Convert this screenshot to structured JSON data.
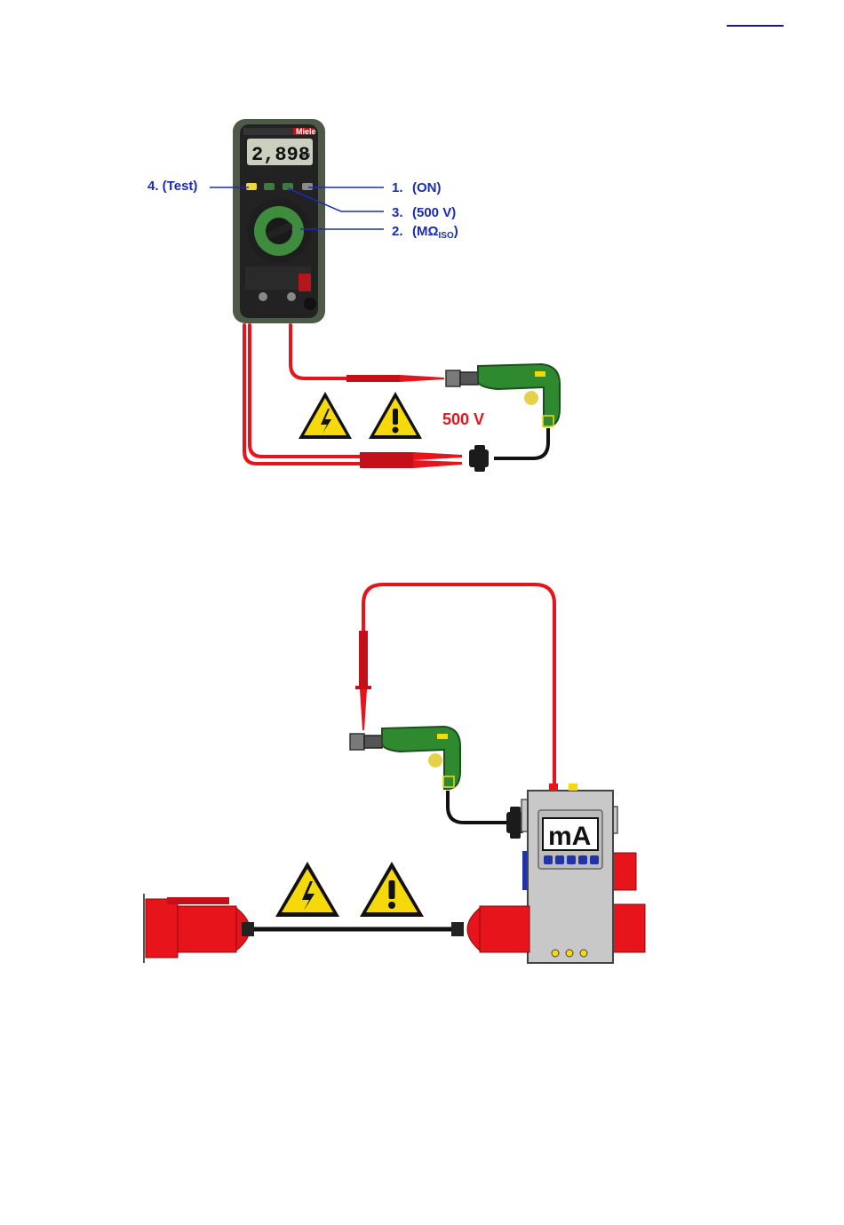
{
  "figure1": {
    "meter": {
      "display": "2,898",
      "unit": "MΩ",
      "brand": "Miele"
    },
    "callouts": {
      "test": "4. (Test)",
      "on_num": "1.",
      "on_label": "(ON)",
      "voltage_num": "3.",
      "voltage_label": "(500 V)",
      "range_num": "2.",
      "range_label": "(MΩ",
      "range_sub": "ISO",
      "range_close": ")"
    },
    "test_voltage": "500 V"
  },
  "figure2": {
    "tester_display": "mA"
  },
  "icons": [
    "high-voltage-warning-icon",
    "general-warning-icon"
  ],
  "colors": {
    "lead_red": "#e8141c",
    "callout_blue": "#1a2bb8",
    "warning_yellow": "#f5d90a",
    "drill_green": "#2f8a2f",
    "plug_red": "#e8141c",
    "tester_gray": "#c8c8c8"
  }
}
